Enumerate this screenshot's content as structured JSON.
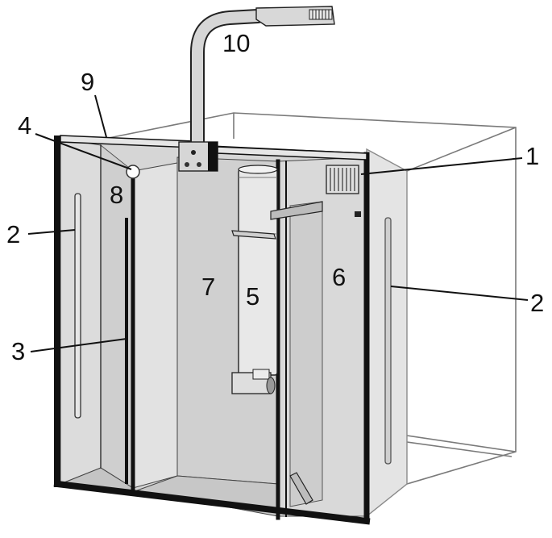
{
  "colors": {
    "panel": "#d9d9d9",
    "panel_dark": "#c3c3c3",
    "panel_light": "#e8e8e8",
    "frame": "#111111",
    "glass_line": "#8a8a8a",
    "background": "#ffffff"
  },
  "labels": {
    "l1": "1",
    "l2a": "2",
    "l2b": "2",
    "l3": "3",
    "l4": "4",
    "l5": "5",
    "l6": "6",
    "l7": "7",
    "l8": "8",
    "l9": "9",
    "l10": "10"
  }
}
